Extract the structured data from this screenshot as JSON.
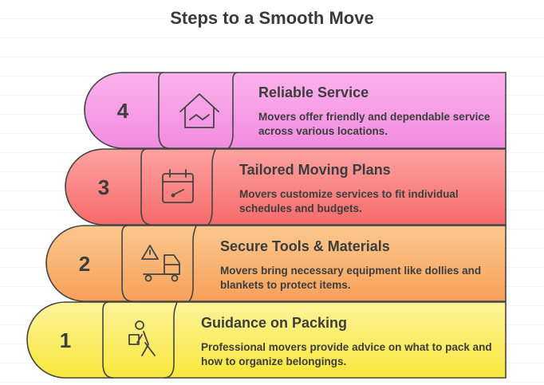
{
  "title": "Steps to a Smooth Move",
  "steps": [
    {
      "number": "4",
      "title": "Reliable Service",
      "description": "Movers offer friendly and dependable service across various locations.",
      "icon": "house-handshake-icon",
      "color": "#f28be0",
      "color_light": "#fbb2ec"
    },
    {
      "number": "3",
      "title": "Tailored Moving Plans",
      "description": "Movers customize services to fit individual schedules and budgets.",
      "icon": "calendar-icon",
      "color": "#f76a6a",
      "color_light": "#fca3a1"
    },
    {
      "number": "2",
      "title": "Secure Tools & Materials",
      "description": "Movers bring necessary equipment like dollies and blankets to protect items.",
      "icon": "warning-truck-icon",
      "color": "#f7a05a",
      "color_light": "#fbc88e"
    },
    {
      "number": "1",
      "title": "Guidance on Packing",
      "description": "Professional movers provide advice on what to pack and how to organize belongings.",
      "icon": "person-carrying-box-icon",
      "color": "#f8e73a",
      "color_light": "#fcf39a"
    }
  ]
}
